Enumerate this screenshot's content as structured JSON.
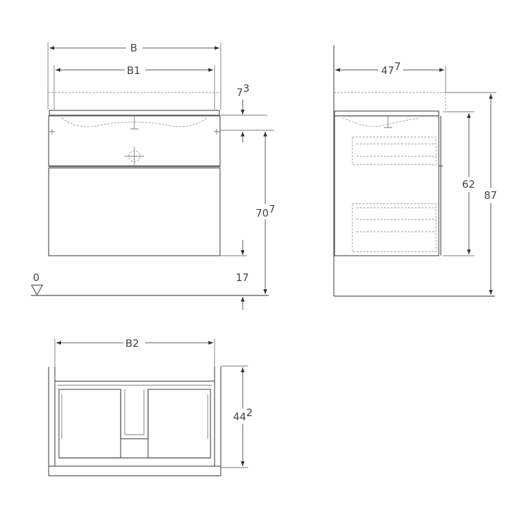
{
  "labels": {
    "front_width": "B",
    "front_inner_width": "B1",
    "top_thickness": {
      "base": "7",
      "sup": "3"
    },
    "cabinet_height": {
      "base": "70",
      "sup": "7"
    },
    "floor_gap": "17",
    "floor_level": "0",
    "side_depth": {
      "base": "47",
      "sup": "7"
    },
    "side_inner_height": "62",
    "total_height": "87",
    "bottom_width": "B2",
    "bottom_depth": {
      "base": "44",
      "sup": "2"
    }
  },
  "colors": {
    "line": "#555555",
    "dash": "#999999",
    "arrow": "#333333",
    "text": "#444444"
  }
}
